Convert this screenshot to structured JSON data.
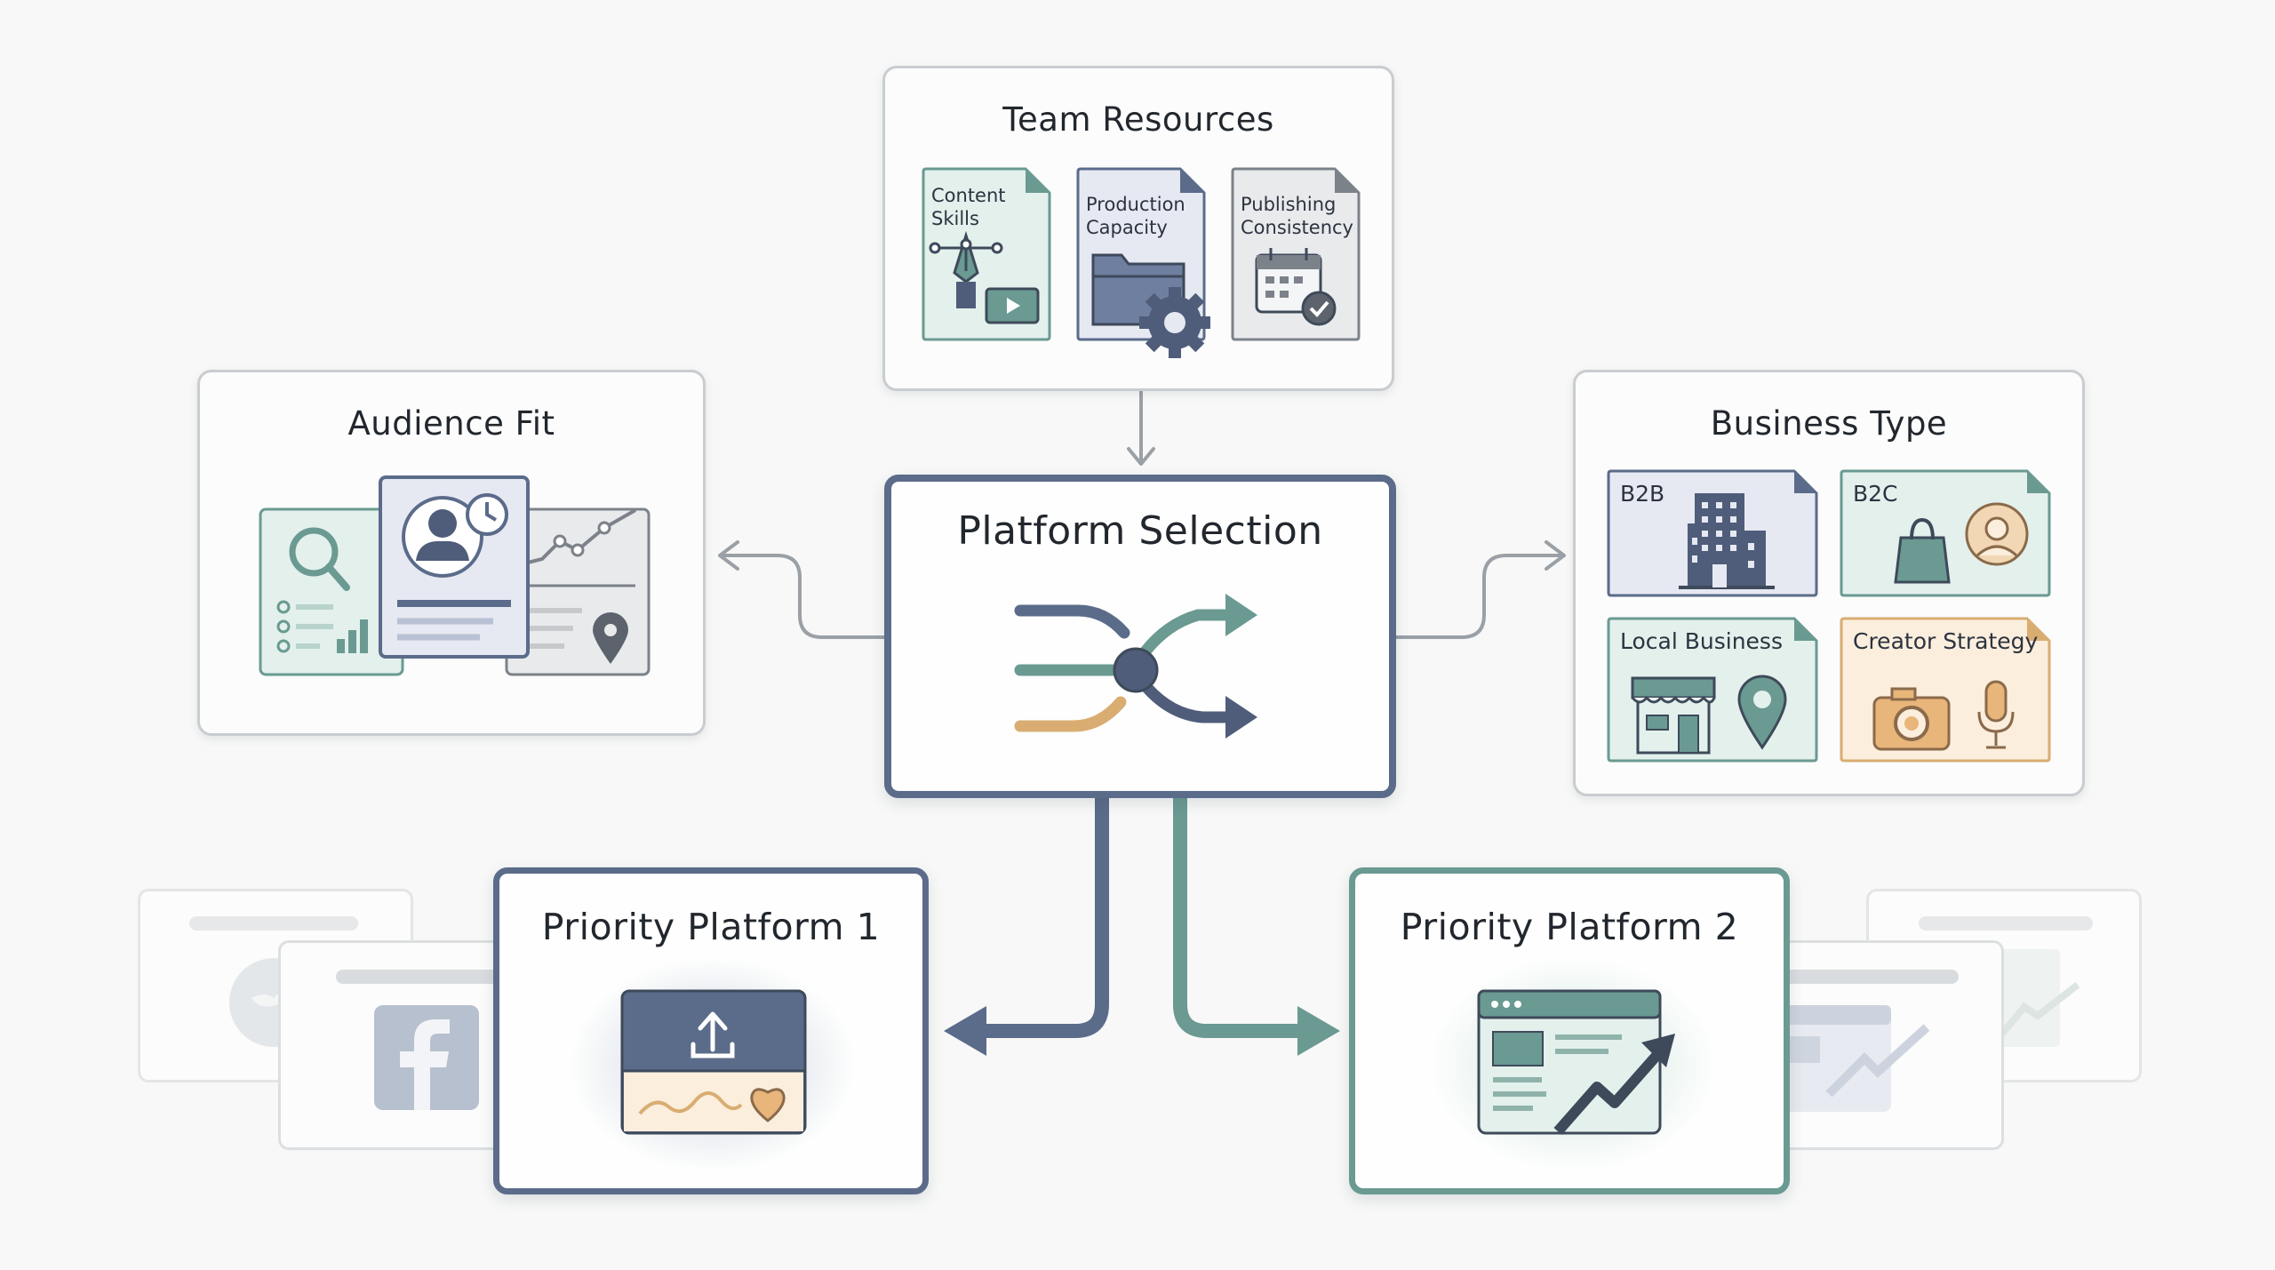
{
  "diagram": {
    "center": {
      "title": "Platform Selection"
    },
    "team_resources": {
      "title": "Team Resources",
      "cards": [
        {
          "label": "Content\nSkills"
        },
        {
          "label": "Production\nCapacity"
        },
        {
          "label": "Publishing\nConsistency"
        }
      ]
    },
    "audience_fit": {
      "title": "Audience Fit"
    },
    "business_type": {
      "title": "Business Type",
      "tiles": [
        {
          "label": "B2B"
        },
        {
          "label": "B2C"
        },
        {
          "label": "Local Business"
        },
        {
          "label": "Creator Strategy"
        }
      ]
    },
    "priority_1": {
      "title": "Priority Platform 1"
    },
    "priority_2": {
      "title": "Priority Platform 2"
    }
  },
  "colors": {
    "navy": "#5b6b8a",
    "teal": "#6a9a92",
    "tan": "#d9ad72",
    "slate": "#4f5d7a",
    "mint_fill": "#e3f0ec",
    "lavender_fill": "#e6e9f2",
    "gray_fill": "#e9eaec",
    "peach_fill": "#fbeedd"
  }
}
